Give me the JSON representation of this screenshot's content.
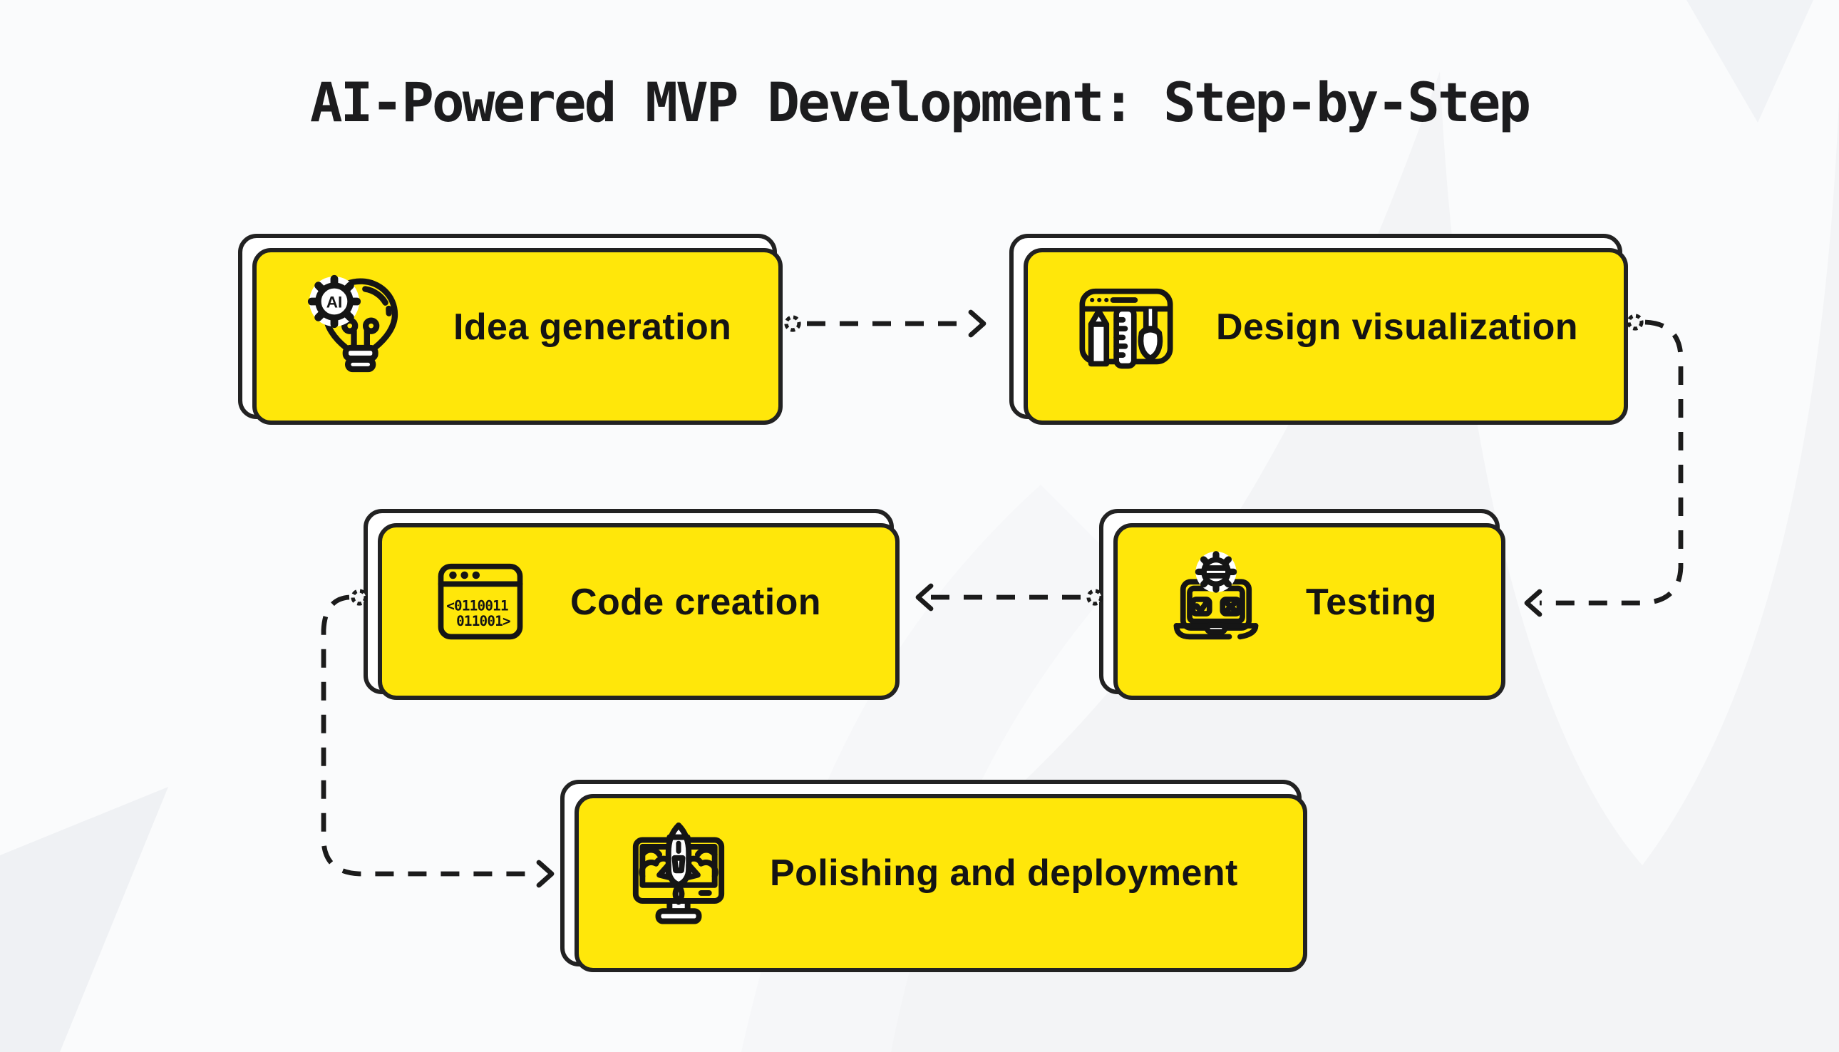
{
  "title": "AI-Powered MVP Development: Step-by-Step",
  "steps": [
    {
      "label": "Idea generation",
      "icon": "ai-lightbulb-icon"
    },
    {
      "label": "Design visualization",
      "icon": "design-tools-icon"
    },
    {
      "label": "Code creation",
      "icon": "code-window-icon"
    },
    {
      "label": "Testing",
      "icon": "testing-laptop-icon"
    },
    {
      "label": "Polishing and deployment",
      "icon": "rocket-monitor-icon"
    }
  ],
  "icon_texts": {
    "ai_badge": "AI",
    "code_line1": "<0110011",
    "code_line2": "011001>"
  },
  "connectors": [
    {
      "from": "Idea generation",
      "to": "Design visualization"
    },
    {
      "from": "Design visualization",
      "to": "Testing"
    },
    {
      "from": "Testing",
      "to": "Code creation"
    },
    {
      "from": "Code creation",
      "to": "Polishing and deployment"
    }
  ],
  "colors": {
    "accent_yellow": "#FFE70A",
    "ink": "#1c1c1e",
    "card": "#ffffff",
    "background": "#f3f4f6"
  }
}
